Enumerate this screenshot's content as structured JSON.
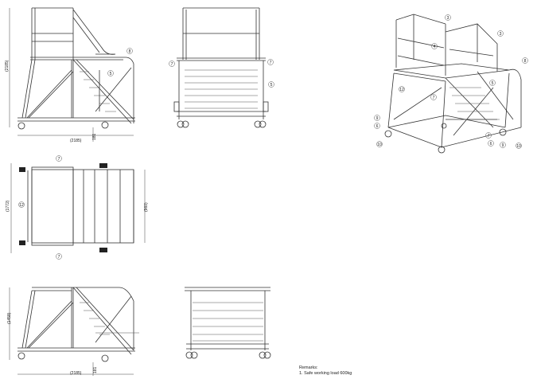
{
  "dimensions": {
    "side_length": "(2185)",
    "side_height": "(2185)",
    "caster_height": "181",
    "plan_width": "(1772)",
    "plan_step_width": "(960)",
    "lower_side_height": "(1458)",
    "lower_side_length": "(2185)",
    "lower_caster_height": "181"
  },
  "balloons": {
    "side": [
      "8",
      "5"
    ],
    "front": [
      "7",
      "7",
      "5"
    ],
    "plan": [
      "7",
      "12",
      "7"
    ],
    "iso": [
      "3",
      "3",
      "4",
      "8",
      "5",
      "12",
      "7",
      "9",
      "6",
      "10",
      "7",
      "6",
      "9",
      "10"
    ]
  },
  "remarks": {
    "title": "Remarks:",
    "items": [
      "1. Safe working load 600kg"
    ]
  }
}
